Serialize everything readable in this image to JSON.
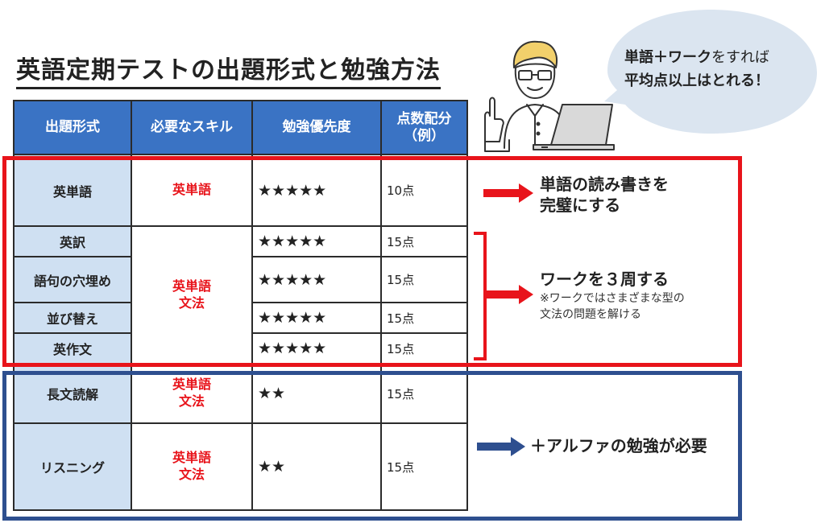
{
  "title": "英語定期テストの出題形式と勉強方法",
  "speech_bubble": {
    "line1_bold": "単語＋ワーク",
    "line1_rest": "をすれば",
    "line2": "平均点以上はとれる！"
  },
  "table": {
    "headers": [
      "出題形式",
      "必要なスキル",
      "勉強優先度",
      "点数配分",
      "（例）"
    ],
    "rows": [
      {
        "format": "英単語",
        "priority": "★★★★★",
        "points": "10点"
      },
      {
        "format": "英訳",
        "priority": "★★★★★",
        "points": "15点"
      },
      {
        "format": "語句の穴埋め",
        "priority": "★★★★★",
        "points": "15点"
      },
      {
        "format": "並び替え",
        "priority": "★★★★★",
        "points": "15点"
      },
      {
        "format": "英作文",
        "priority": "★★★★★",
        "points": "15点"
      },
      {
        "format": "長文読解",
        "priority": "★★",
        "points": "15点"
      },
      {
        "format": "リスニング",
        "priority": "★★",
        "points": "15点"
      }
    ],
    "skills": {
      "vocab_only": "英単語",
      "group_line1": "英単語",
      "group_line2": "文法",
      "reading_line1": "英単語",
      "reading_line2": "文法",
      "listening_line1": "英単語",
      "listening_line2": "文法"
    }
  },
  "notes": {
    "vocab_line1": "単語の読み書きを",
    "vocab_line2": "完璧にする",
    "work_main": "ワークを３周する",
    "work_sub1": "※ワークではさまざまな型の",
    "work_sub2": "文法の問題を解ける",
    "alpha": "＋アルファの勉強が必要"
  },
  "colors": {
    "header_blue": "#3a73c4",
    "first_col_bg": "#cfe0f2",
    "red_frame": "#e8141b",
    "blue_frame": "#2e4f8f",
    "bubble_bg": "#dbe5f0"
  }
}
